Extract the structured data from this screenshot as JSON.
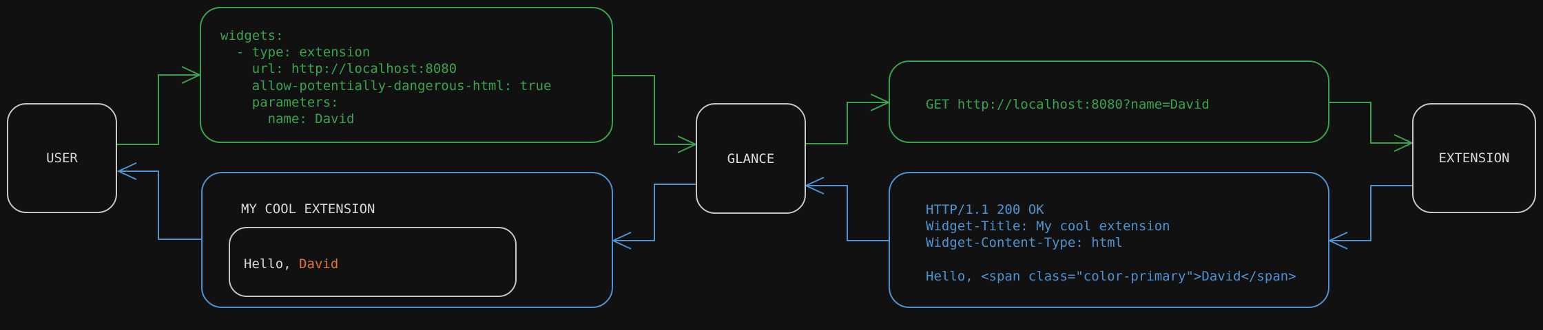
{
  "colors": {
    "background": "#111111",
    "green": "#38a34c",
    "blue": "#4d93d2",
    "node_border": "#c8c8c8",
    "node_text": "#d8d8d8",
    "orange": "#e2772e"
  },
  "nodes": {
    "user": {
      "label": "USER"
    },
    "glance": {
      "label": "GLANCE"
    },
    "extension": {
      "label": "EXTENSION"
    }
  },
  "config_box": {
    "code": "widgets:\n  - type: extension\n    url: http://localhost:8080\n    allow-potentially-dangerous-html: true\n    parameters:\n      name: David"
  },
  "request_box": {
    "code": "GET http://localhost:8080?name=David"
  },
  "response_box": {
    "code": "HTTP/1.1 200 OK\nWidget-Title: My cool extension\nWidget-Content-Type: html\n\nHello, <span class=\"color-primary\">David</span>"
  },
  "widget_box": {
    "title": "MY COOL EXTENSION",
    "greeting_prefix": "Hello, ",
    "greeting_name": "David"
  }
}
